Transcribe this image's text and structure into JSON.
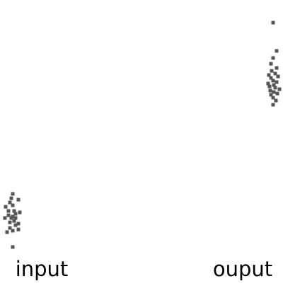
{
  "chart_data": {
    "type": "scatter",
    "title": "",
    "xlabel": "",
    "ylabel": "",
    "categories": [
      "input",
      "ouput"
    ],
    "grid": false,
    "legend": "none",
    "point_color": "#555555",
    "series": [
      {
        "category": "input",
        "points": [
          {
            "jitter": 0.0,
            "y": 0.863
          },
          {
            "jitter": -0.8,
            "y": 0.781
          },
          {
            "jitter": 0.0,
            "y": 0.773
          },
          {
            "jitter": 0.8,
            "y": 0.766
          },
          {
            "jitter": -0.4,
            "y": 0.758
          },
          {
            "jitter": 0.4,
            "y": 0.742
          },
          {
            "jitter": 0.8,
            "y": 0.734
          },
          {
            "jitter": -0.4,
            "y": 0.727
          },
          {
            "jitter": 0.2,
            "y": 0.719
          },
          {
            "jitter": -1.1,
            "y": 0.703
          },
          {
            "jitter": -0.2,
            "y": 0.703
          },
          {
            "jitter": 0.4,
            "y": 0.703
          },
          {
            "jitter": 0.0,
            "y": 0.695
          },
          {
            "jitter": -0.6,
            "y": 0.688
          },
          {
            "jitter": 0.4,
            "y": 0.68
          },
          {
            "jitter": 1.0,
            "y": 0.672
          },
          {
            "jitter": -0.6,
            "y": 0.664
          },
          {
            "jitter": 0.2,
            "y": 0.664
          },
          {
            "jitter": -1.0,
            "y": 0.641
          },
          {
            "jitter": 0.0,
            "y": 0.633
          },
          {
            "jitter": -0.4,
            "y": 0.617
          },
          {
            "jitter": 0.8,
            "y": 0.602
          },
          {
            "jitter": -0.2,
            "y": 0.594
          },
          {
            "jitter": 0.0,
            "y": 0.57
          }
        ]
      },
      {
        "category": "ouput",
        "points": [
          {
            "jitter": 0.0,
            "y": 0.078
          },
          {
            "jitter": 0.4,
            "y": 0.055
          },
          {
            "jitter": 0.0,
            "y": 0.039
          },
          {
            "jitter": -0.3,
            "y": 0.023
          },
          {
            "jitter": 0.6,
            "y": 0.016
          },
          {
            "jitter": 0.1,
            "y": 0.008
          },
          {
            "jitter": -0.4,
            "y": 0.0
          },
          {
            "jitter": 0.9,
            "y": -0.008
          },
          {
            "jitter": 0.3,
            "y": -0.016
          },
          {
            "jitter": -0.5,
            "y": -0.023
          },
          {
            "jitter": 0.1,
            "y": -0.031
          },
          {
            "jitter": -0.7,
            "y": -0.039
          },
          {
            "jitter": 0.5,
            "y": -0.047
          },
          {
            "jitter": 0.0,
            "y": -0.055
          },
          {
            "jitter": -0.3,
            "y": -0.07
          },
          {
            "jitter": 0.7,
            "y": -0.078
          },
          {
            "jitter": -0.6,
            "y": -0.086
          },
          {
            "jitter": 0.3,
            "y": -0.094
          },
          {
            "jitter": -0.2,
            "y": -0.109
          },
          {
            "jitter": 0.5,
            "y": -0.125
          },
          {
            "jitter": -0.3,
            "y": -0.148
          },
          {
            "jitter": 0.0,
            "y": -0.18
          },
          {
            "jitter": 0.5,
            "y": -0.219
          },
          {
            "jitter": 0.0,
            "y": -0.375
          }
        ]
      }
    ]
  }
}
